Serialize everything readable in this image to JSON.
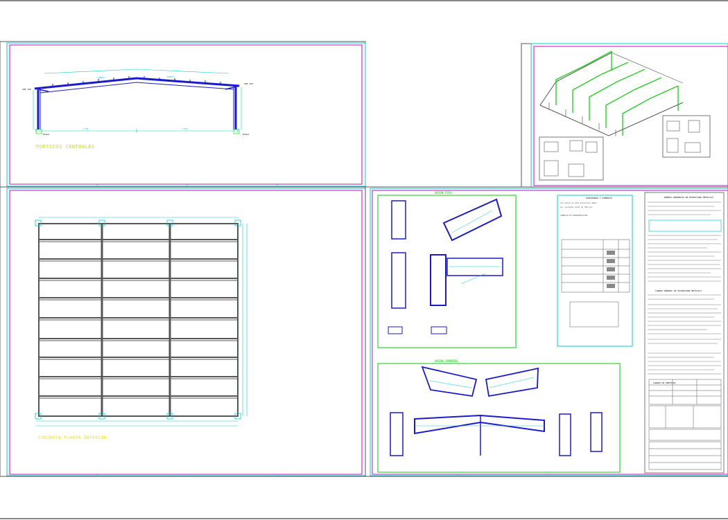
{
  "drawing": {
    "porticos_title": "PORTICOS CENTRALES",
    "cubierta_title": "CUBIERTA PLANTA INFERIOR",
    "union_tipo_title": "UNION TIPO",
    "union_cumbrera_title": "UNION CUMBRERA",
    "soldadura_title": "SOLDADURAS Y SIMBOLOS",
    "especificaciones_title": "NORMAS GENERALES DE ESTRUCTURA METALICA",
    "especificaciones_sub": "CUADRO GENERAL DE ESTRUCTURA METALICA",
    "rebajes_title": "CUADRO DE PERFILES"
  },
  "colors": {
    "frame_magenta": "#cc33cc",
    "frame_cyan": "#00cccc",
    "steel_blue": "#1a1acc",
    "green": "#00cc00",
    "yellow": "#e6e600",
    "grey": "#888888",
    "background": "#ffffff"
  },
  "icons": {
    "portico": "portal-frame-drawing",
    "planta": "roof-plan-grid",
    "axonometric": "3d-frame-drawing"
  }
}
